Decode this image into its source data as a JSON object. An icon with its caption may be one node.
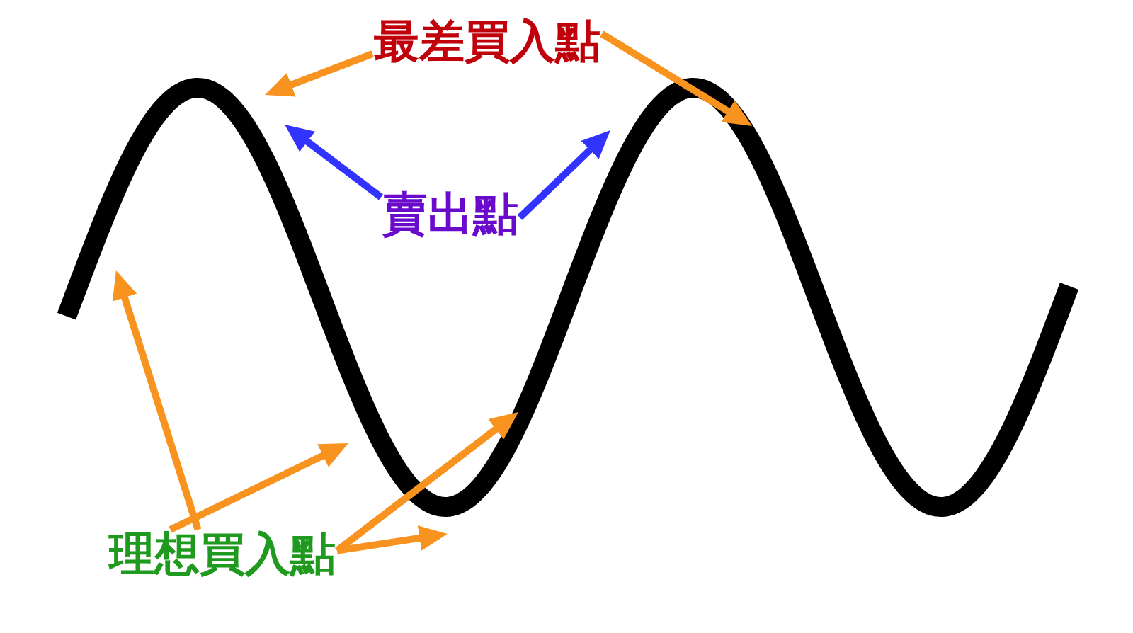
{
  "diagram": {
    "nodes": [
      {
        "text": [
          "最差買入點"
        ]
      },
      {
        "text": [
          "賣出點"
        ]
      },
      {
        "text": [
          "理想買入點"
        ]
      }
    ],
    "edges": [
      {
        "from": 0,
        "to": null,
        "arrow": "to"
      },
      {
        "from": 0,
        "to": null,
        "arrow": "to"
      },
      {
        "from": 1,
        "to": null,
        "arrow": "to",
        "color": "#3333ff"
      },
      {
        "from": 1,
        "to": null,
        "arrow": "to",
        "color": "#3333ff"
      },
      {
        "from": 2,
        "to": null,
        "arrow": "to"
      },
      {
        "from": 2,
        "to": null,
        "arrow": "to"
      },
      {
        "from": 2,
        "to": null,
        "arrow": "to"
      },
      {
        "from": 2,
        "to": null,
        "arrow": "to"
      }
    ]
  }
}
